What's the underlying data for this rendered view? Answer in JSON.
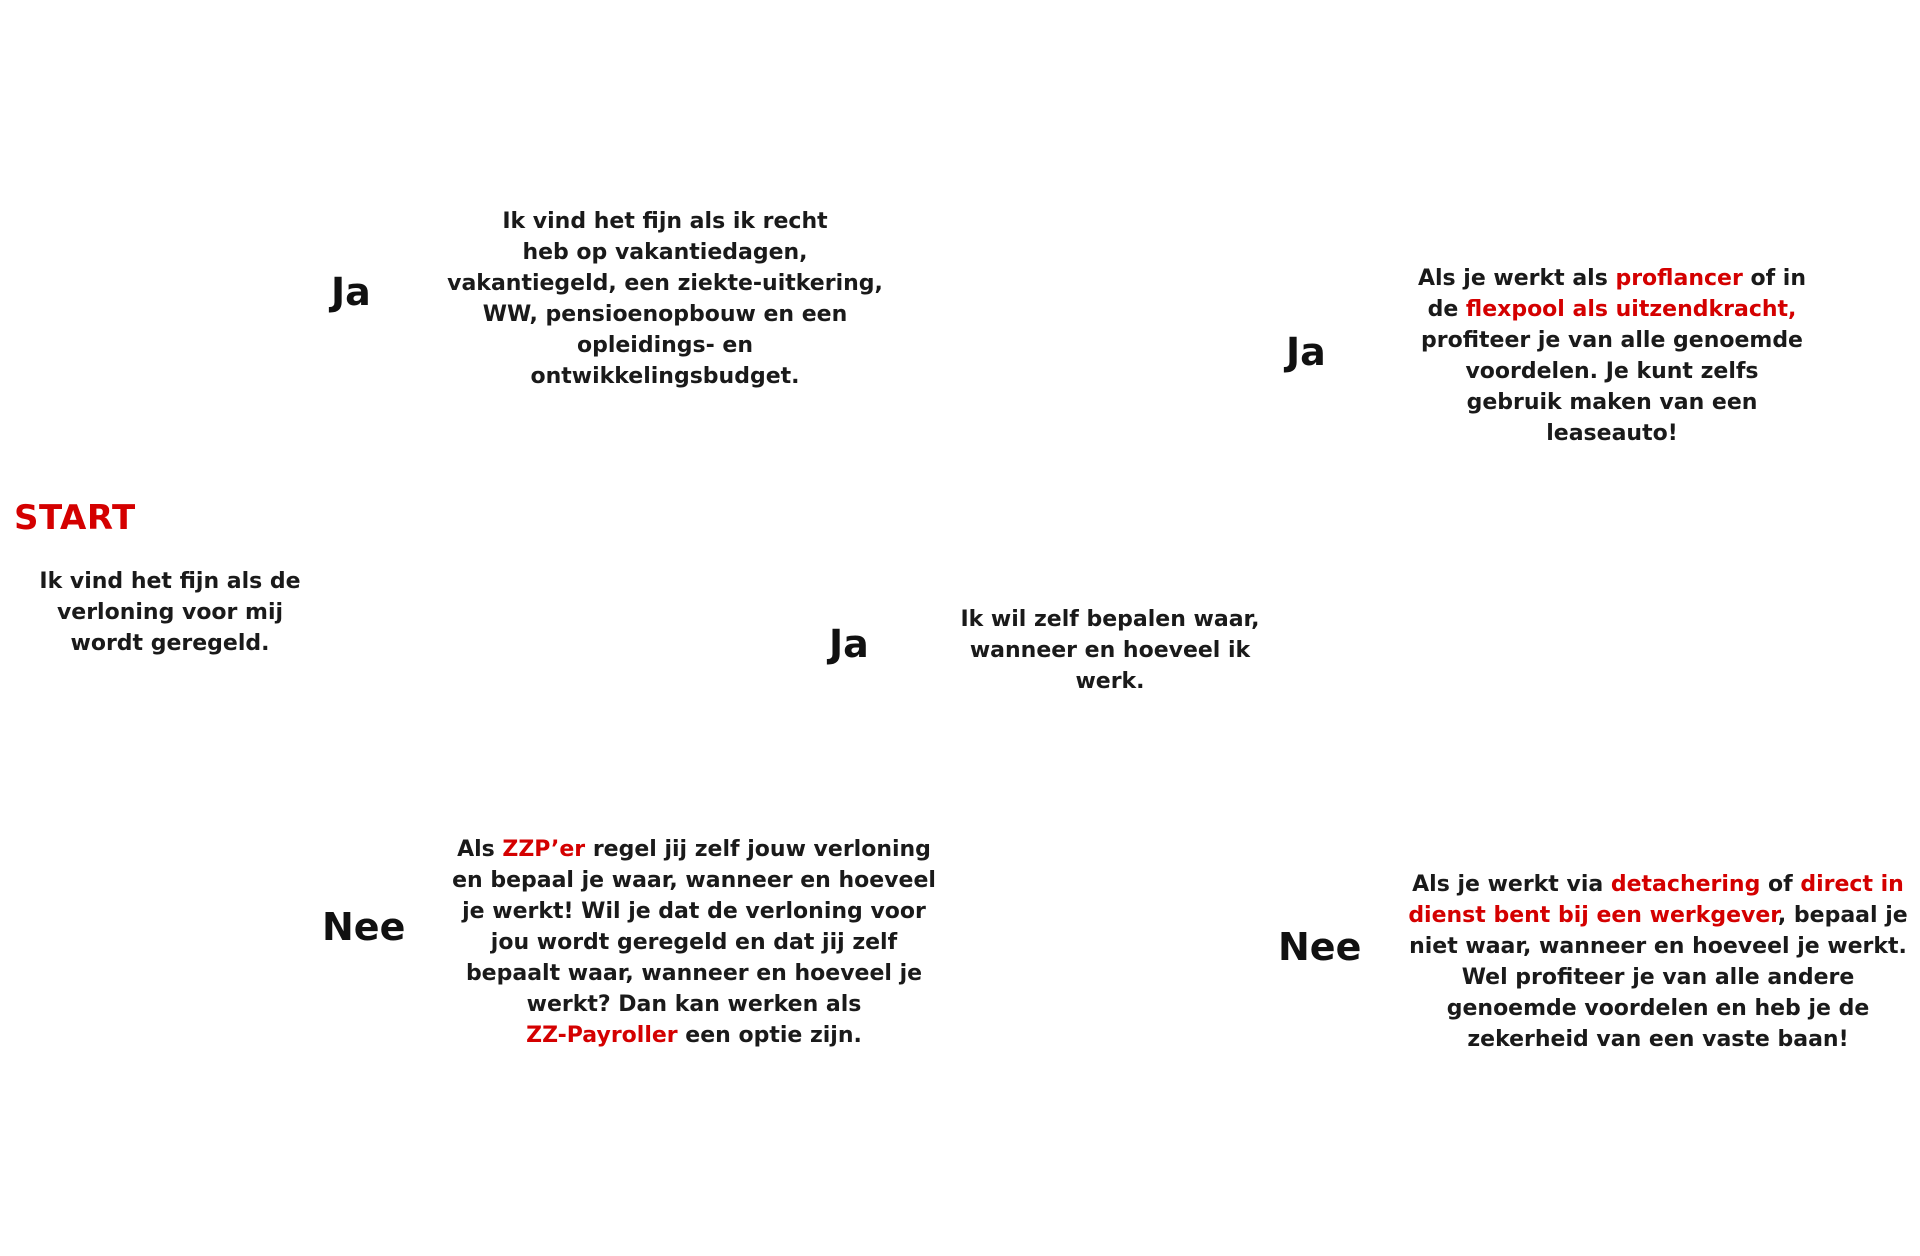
{
  "start": {
    "label": "START",
    "question": [
      "Ik vind het fijn als de",
      "verloning voor mij",
      "wordt geregeld."
    ]
  },
  "branch_top": {
    "answer": "Ja",
    "question": [
      "Ik vind het fijn als ik recht",
      "heb op vakantiedagen,",
      "vakantiegeld, een ziekte-uitkering,",
      "WW, pensioenopbouw en een",
      "opleidings- en",
      "ontwikkelingsbudget."
    ]
  },
  "branch_bottom": {
    "answer": "Nee",
    "text": {
      "l1_a": "Als ",
      "l1_hl": "ZZP’er",
      "l1_b": " regel jij zelf jouw verloning",
      "l2": "en bepaal je waar, wanneer en hoeveel",
      "l3": "je werkt! Wil je dat de verloning voor",
      "l4": "jou wordt geregeld en dat jij zelf",
      "l5": "bepaalt waar, wanneer en hoeveel je",
      "l6": "werkt? Dan kan werken als",
      "l7_hl": "ZZ-Payroller",
      "l7_b": " een optie zijn."
    }
  },
  "branch_middle": {
    "answer": "Ja",
    "question": [
      "Ik wil zelf bepalen waar,",
      "wanneer en hoeveel ik",
      "werk."
    ]
  },
  "outcome_ja": {
    "answer": "Ja",
    "text": {
      "l1_a": "Als je werkt als ",
      "l1_hl": "proflancer",
      "l1_b": " of in",
      "l2_a": "de ",
      "l2_hl": "flexpool als uitzendkracht,",
      "l3": "profiteer je van alle genoemde",
      "l4": "voordelen. Je kunt zelfs",
      "l5": "gebruik maken van een",
      "l6": "leaseauto!"
    }
  },
  "outcome_nee": {
    "answer": "Nee",
    "text": {
      "l1_a": "Als je werkt via ",
      "l1_hl": "detachering",
      "l1_b": " of ",
      "l1_hl2": "direct in",
      "l2_hl": "dienst bent bij een werkgever",
      "l2_b": ", bepaal je",
      "l3": "niet waar, wanneer en hoeveel je werkt.",
      "l4": "Wel profiteer je van alle andere",
      "l5": "genoemde voordelen en heb je de",
      "l6": "zekerheid van een vaste baan!"
    }
  },
  "colors": {
    "accent": "#d40000",
    "text": "#111111",
    "background": "#ffffff"
  }
}
